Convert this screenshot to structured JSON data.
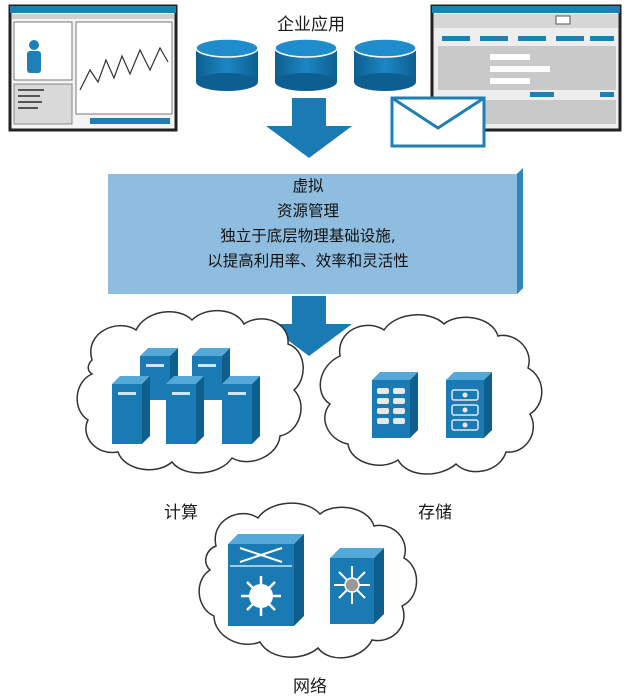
{
  "top": {
    "title": "企业应用"
  },
  "virtualization": {
    "lines": [
      "虚拟",
      "资源管理",
      "独立于底层物理基础设施,",
      "以提高利用率、效率和灵活性"
    ]
  },
  "clouds": {
    "compute": "计算",
    "storage": "存储",
    "network": "网络"
  },
  "colors": {
    "accent": "#1d7fb6",
    "dark_blue": "#0f5f8e",
    "panel": "#8fbddf",
    "panel_side": "#2e86c1",
    "cloud_outline": "#333333"
  },
  "icons": [
    "database-cylinder-icon",
    "email-envelope-icon",
    "down-arrow-icon",
    "server-tower-icon",
    "storage-array-icon",
    "network-switch-icon",
    "router-icon",
    "app-window-icon"
  ]
}
